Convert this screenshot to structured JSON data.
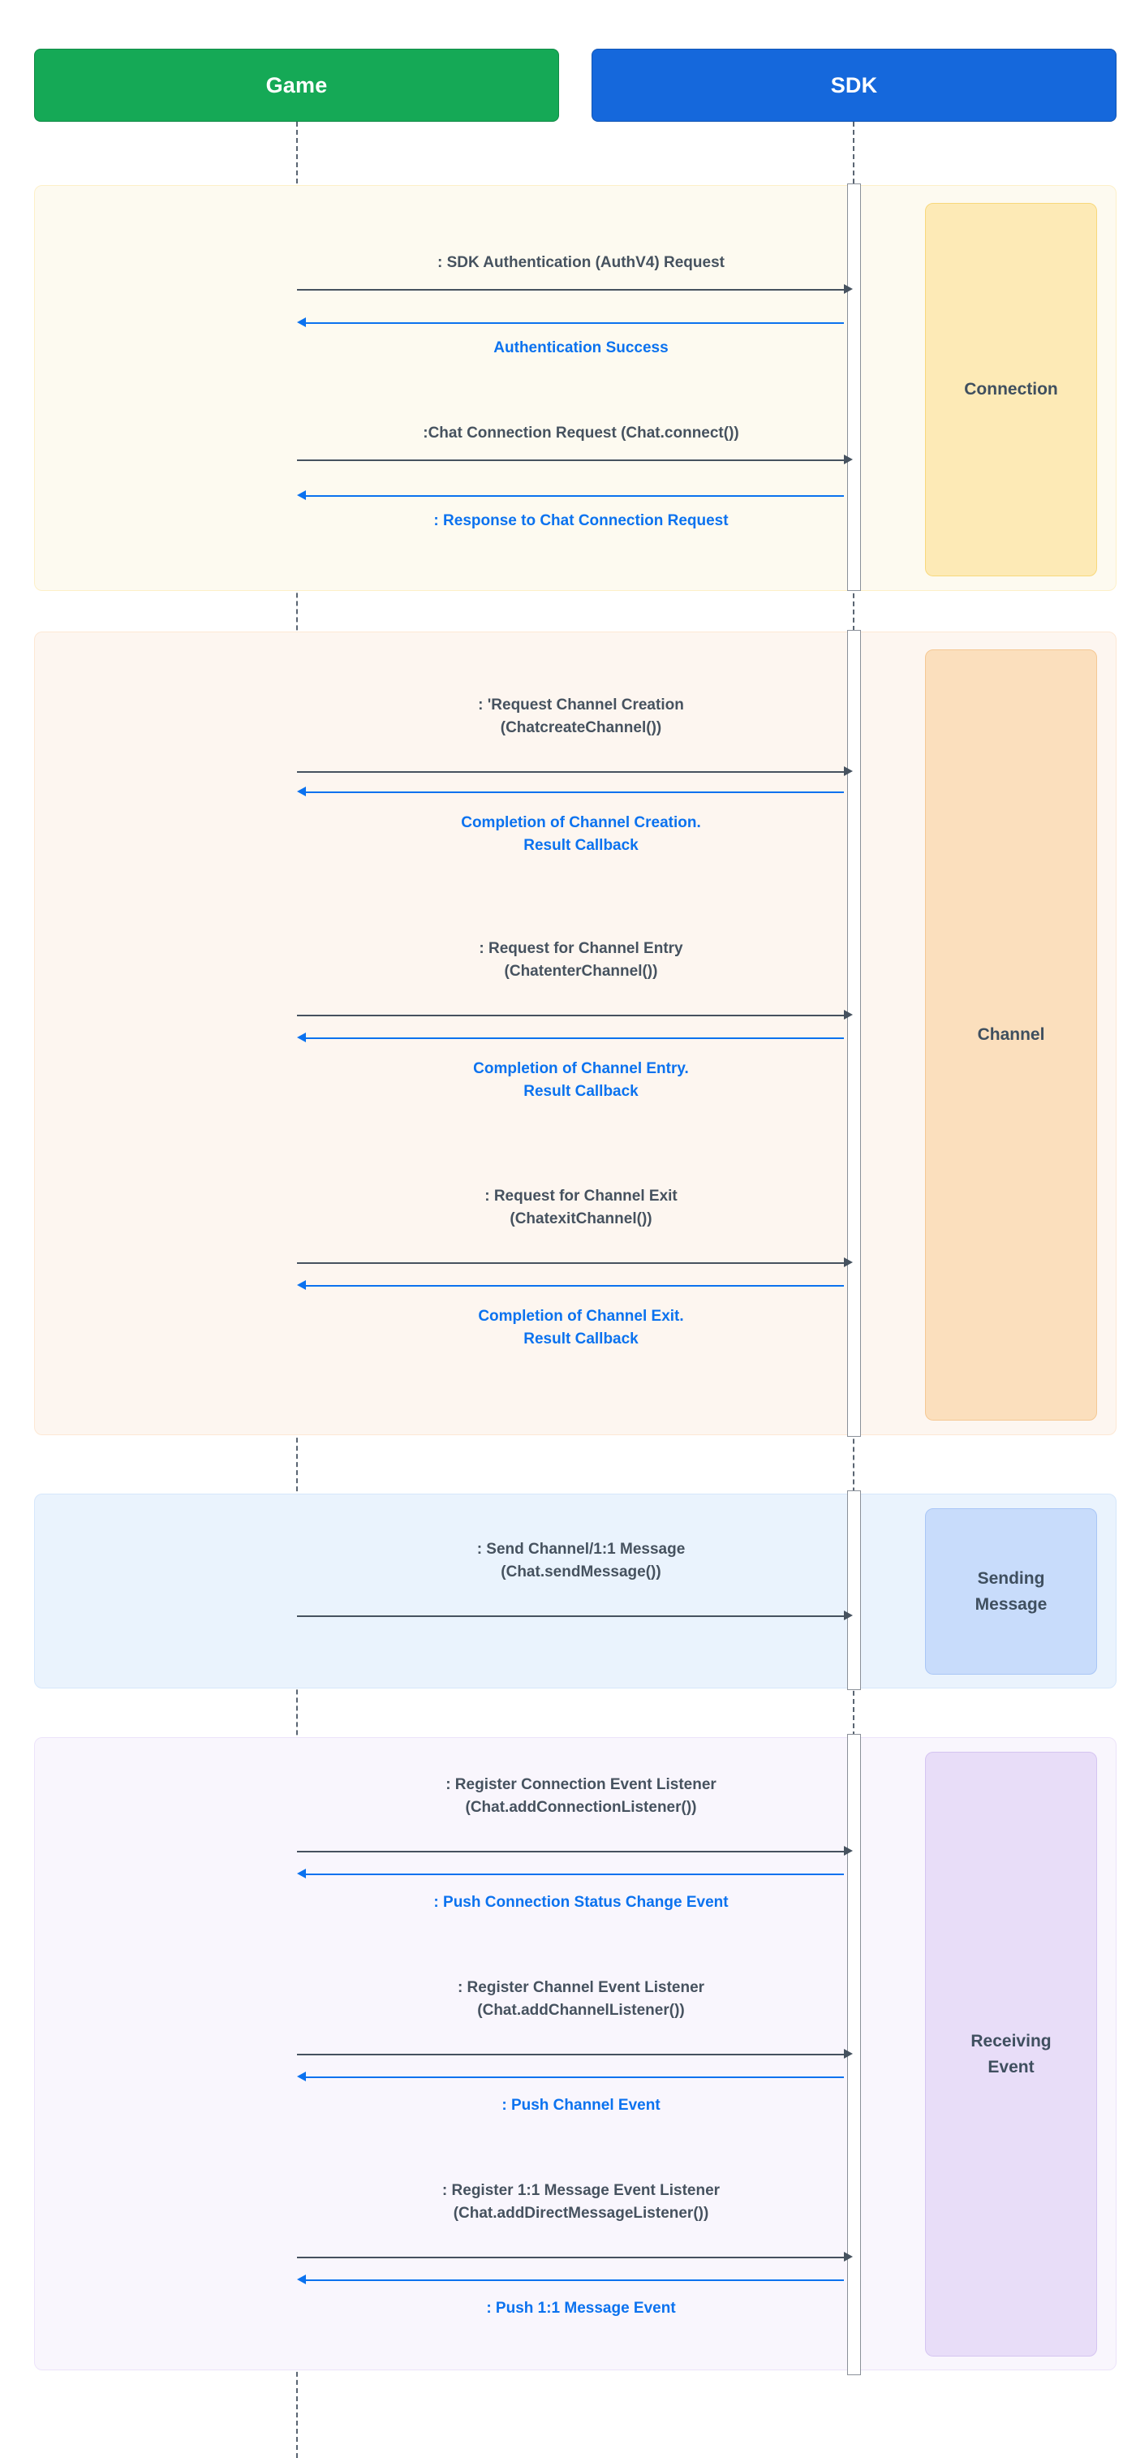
{
  "participants": [
    {
      "name": "Game",
      "color": "#15a956"
    },
    {
      "name": "SDK",
      "color": "#1568dc"
    }
  ],
  "phases": [
    {
      "id": "connection",
      "label": "Connection",
      "band_color": "#fdfaf0",
      "box_color": "#fdeab6"
    },
    {
      "id": "channel",
      "label": "Channel",
      "band_color": "#fdf6f0",
      "box_color": "#fbdfbd"
    },
    {
      "id": "sending",
      "label": "Sending\nMessage",
      "band_color": "#eaf3fd",
      "box_color": "#c8dcfb"
    },
    {
      "id": "receiving",
      "label": "Receiving\nEvent",
      "band_color": "#f9f6fd",
      "box_color": "#e8ddf8"
    }
  ],
  "phase_labels": {
    "connection": "Connection",
    "channel": "Channel",
    "sending_line1": "Sending",
    "sending_line2": "Message",
    "receiving_line1": "Receiving",
    "receiving_line2": "Event"
  },
  "messages": [
    {
      "id": "m1",
      "phase": "connection",
      "direction": "call",
      "from": "Game",
      "to": "SDK",
      "line1": ": SDK Authentication (AuthV4) Request",
      "line2": ""
    },
    {
      "id": "m2",
      "phase": "connection",
      "direction": "reply",
      "from": "SDK",
      "to": "Game",
      "line1": "Authentication Success",
      "line2": ""
    },
    {
      "id": "m3",
      "phase": "connection",
      "direction": "call",
      "from": "Game",
      "to": "SDK",
      "line1": ":Chat Connection Request (Chat.connect())",
      "line2": ""
    },
    {
      "id": "m4",
      "phase": "connection",
      "direction": "reply",
      "from": "SDK",
      "to": "Game",
      "line1": ": Response to Chat Connection Request",
      "line2": ""
    },
    {
      "id": "m5",
      "phase": "channel",
      "direction": "call",
      "from": "Game",
      "to": "SDK",
      "line1": ": 'Request Channel Creation",
      "line2": "(ChatcreateChannel())"
    },
    {
      "id": "m6",
      "phase": "channel",
      "direction": "reply",
      "from": "SDK",
      "to": "Game",
      "line1": "Completion of Channel Creation.",
      "line2": "Result Callback"
    },
    {
      "id": "m7",
      "phase": "channel",
      "direction": "call",
      "from": "Game",
      "to": "SDK",
      "line1": ": Request for Channel Entry",
      "line2": "(ChatenterChannel())"
    },
    {
      "id": "m8",
      "phase": "channel",
      "direction": "reply",
      "from": "SDK",
      "to": "Game",
      "line1": "Completion of Channel Entry.",
      "line2": "Result Callback"
    },
    {
      "id": "m9",
      "phase": "channel",
      "direction": "call",
      "from": "Game",
      "to": "SDK",
      "line1": ": Request for Channel Exit",
      "line2": "(ChatexitChannel())"
    },
    {
      "id": "m10",
      "phase": "channel",
      "direction": "reply",
      "from": "SDK",
      "to": "Game",
      "line1": "Completion of Channel Exit.",
      "line2": "Result Callback"
    },
    {
      "id": "m11",
      "phase": "sending",
      "direction": "call",
      "from": "Game",
      "to": "SDK",
      "line1": ": Send Channel/1:1 Message",
      "line2": "(Chat.sendMessage())"
    },
    {
      "id": "m12",
      "phase": "receiving",
      "direction": "call",
      "from": "Game",
      "to": "SDK",
      "line1": ": Register Connection Event Listener",
      "line2": "(Chat.addConnectionListener())"
    },
    {
      "id": "m13",
      "phase": "receiving",
      "direction": "reply",
      "from": "SDK",
      "to": "Game",
      "line1": ": Push Connection Status Change Event",
      "line2": ""
    },
    {
      "id": "m14",
      "phase": "receiving",
      "direction": "call",
      "from": "Game",
      "to": "SDK",
      "line1": ": Register Channel Event Listener",
      "line2": "(Chat.addChannelListener())"
    },
    {
      "id": "m15",
      "phase": "receiving",
      "direction": "reply",
      "from": "SDK",
      "to": "Game",
      "line1": ": Push Channel Event",
      "line2": ""
    },
    {
      "id": "m16",
      "phase": "receiving",
      "direction": "call",
      "from": "Game",
      "to": "SDK",
      "line1": ": Register 1:1 Message Event Listener",
      "line2": "(Chat.addDirectMessageListener())"
    },
    {
      "id": "m17",
      "phase": "receiving",
      "direction": "reply",
      "from": "SDK",
      "to": "Game",
      "line1": ": Push 1:1 Message Event",
      "line2": ""
    }
  ],
  "colors": {
    "call_arrow": "#46525f",
    "reply_arrow": "#0b72ef",
    "lifeline": "#5a6572",
    "text_dark": "#46525f"
  }
}
